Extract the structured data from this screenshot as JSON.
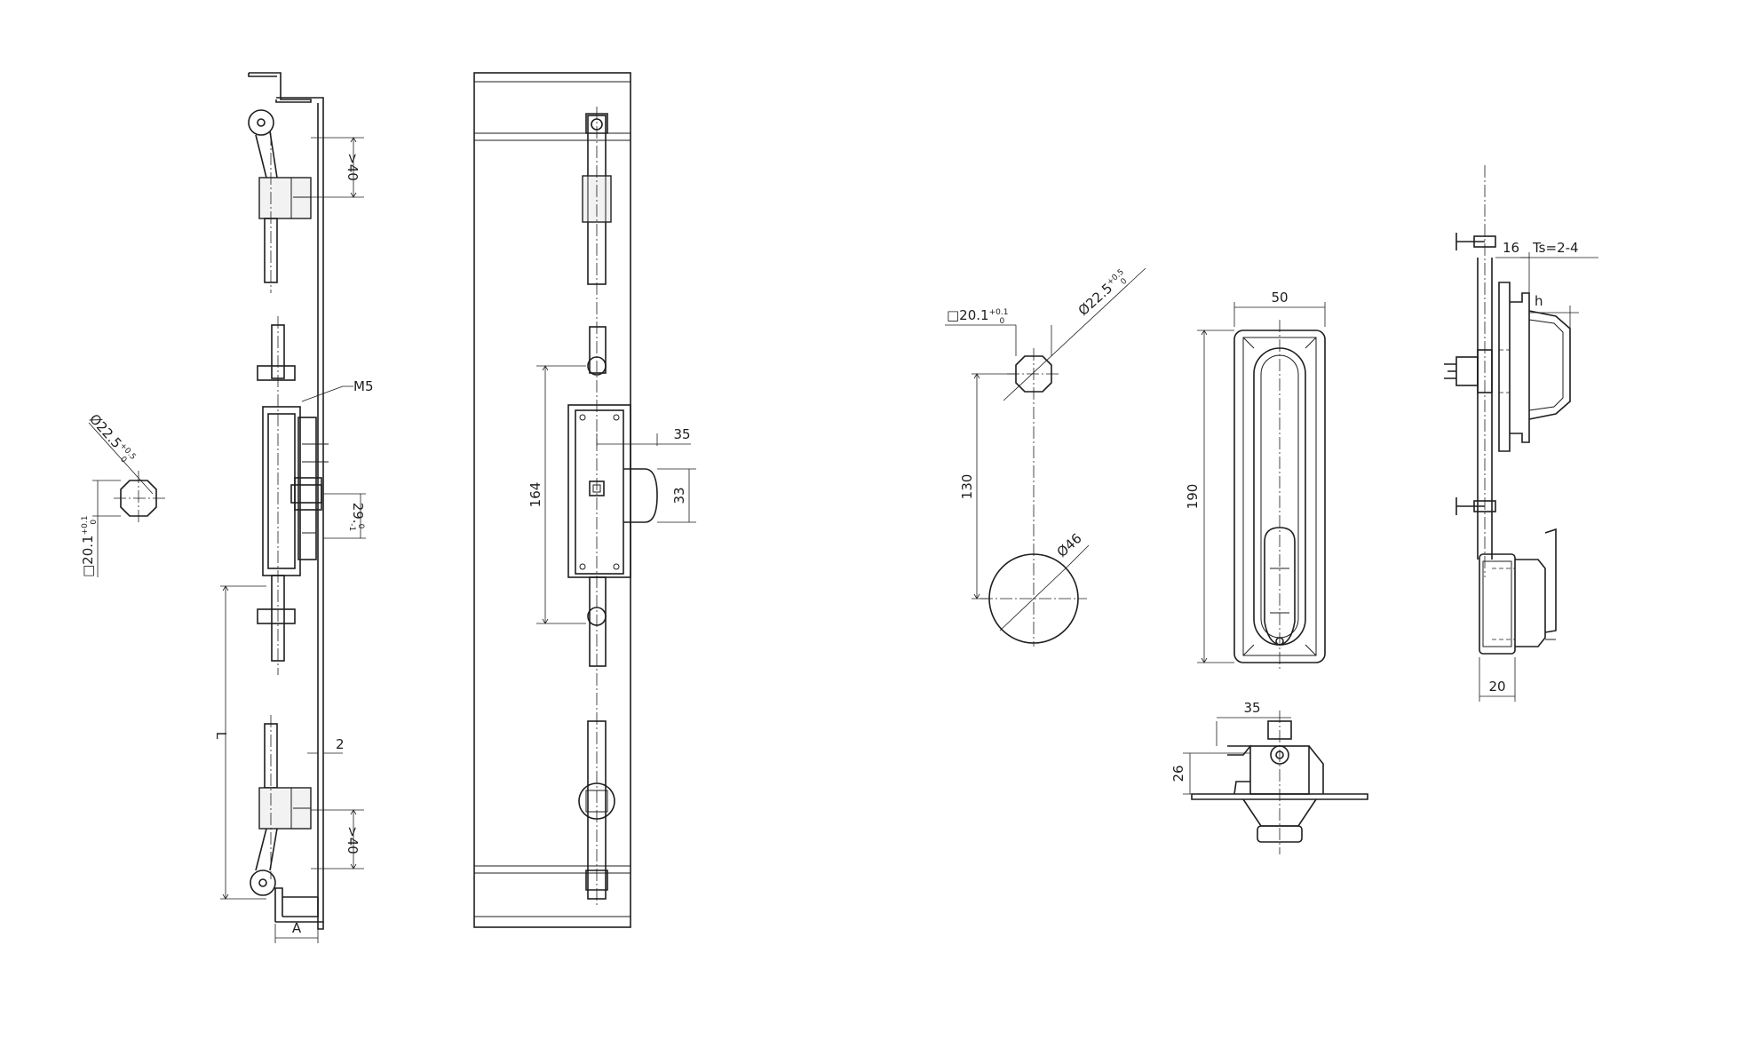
{
  "colors": {
    "line": "#1e1e1e",
    "background": "#ffffff",
    "fill": "#f2f2f2"
  },
  "dims": {
    "side_top_gap": ">40",
    "side_bottom_gap": ">40",
    "thread": "M5",
    "offset": "29.",
    "offset_tol_upper": "0",
    "offset_tol_lower": "-1",
    "length": "L",
    "sheet": "2",
    "a_label": "A",
    "front_height": "164",
    "front_width": "35",
    "front_height2": "33",
    "left_dia": "Ø22.5",
    "left_dia_tol_upper": "+0.5",
    "left_dia_tol_lower": "0",
    "left_square": "□20.1",
    "left_square_tol_upper": "+0.1",
    "left_square_tol_lower": "0",
    "cut_square": "□20.1",
    "cut_square_tol_upper": "+0.1",
    "cut_square_tol_lower": "0",
    "cut_dia": "Ø22.5",
    "cut_dia_tol_upper": "+0.5",
    "cut_dia_tol_lower": "0",
    "cut_spacing": "130",
    "cut_hole": "Ø46",
    "handle_width": "50",
    "handle_height": "190",
    "bottom_width": "35",
    "bottom_depth": "26",
    "profile_16": "16",
    "profile_ts": "Ts=2-4",
    "profile_h": "h",
    "profile_20": "20"
  }
}
